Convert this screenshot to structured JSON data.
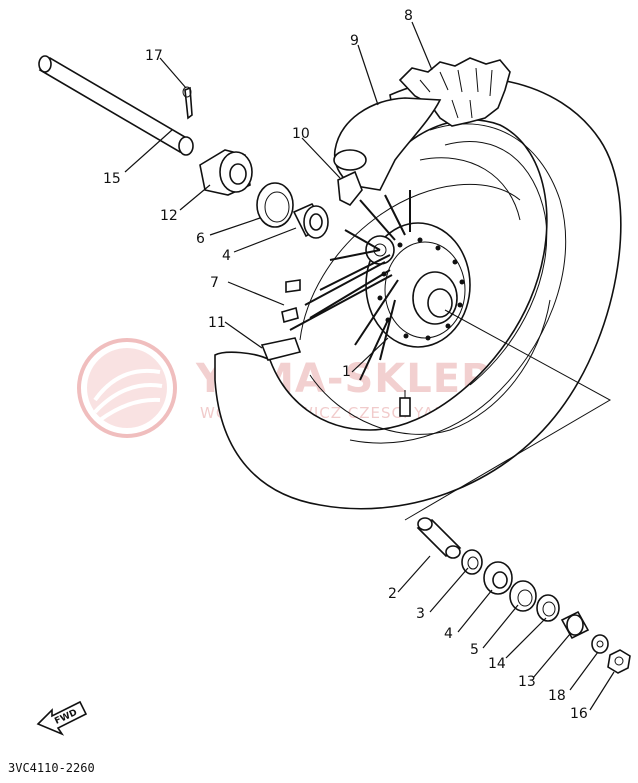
{
  "diagram": {
    "code": "3VC4110-2260",
    "fwd_label": "FWD",
    "watermark": {
      "title": "YAMA-SKLEP.PL",
      "subtitle": "WOJCIECHOWICZ CZESCI YAMAHA"
    },
    "labels": [
      "17",
      "8",
      "9",
      "15",
      "10",
      "12",
      "6",
      "4",
      "7",
      "11",
      "1",
      "2",
      "3",
      "4",
      "5",
      "14",
      "13",
      "18",
      "16"
    ]
  }
}
